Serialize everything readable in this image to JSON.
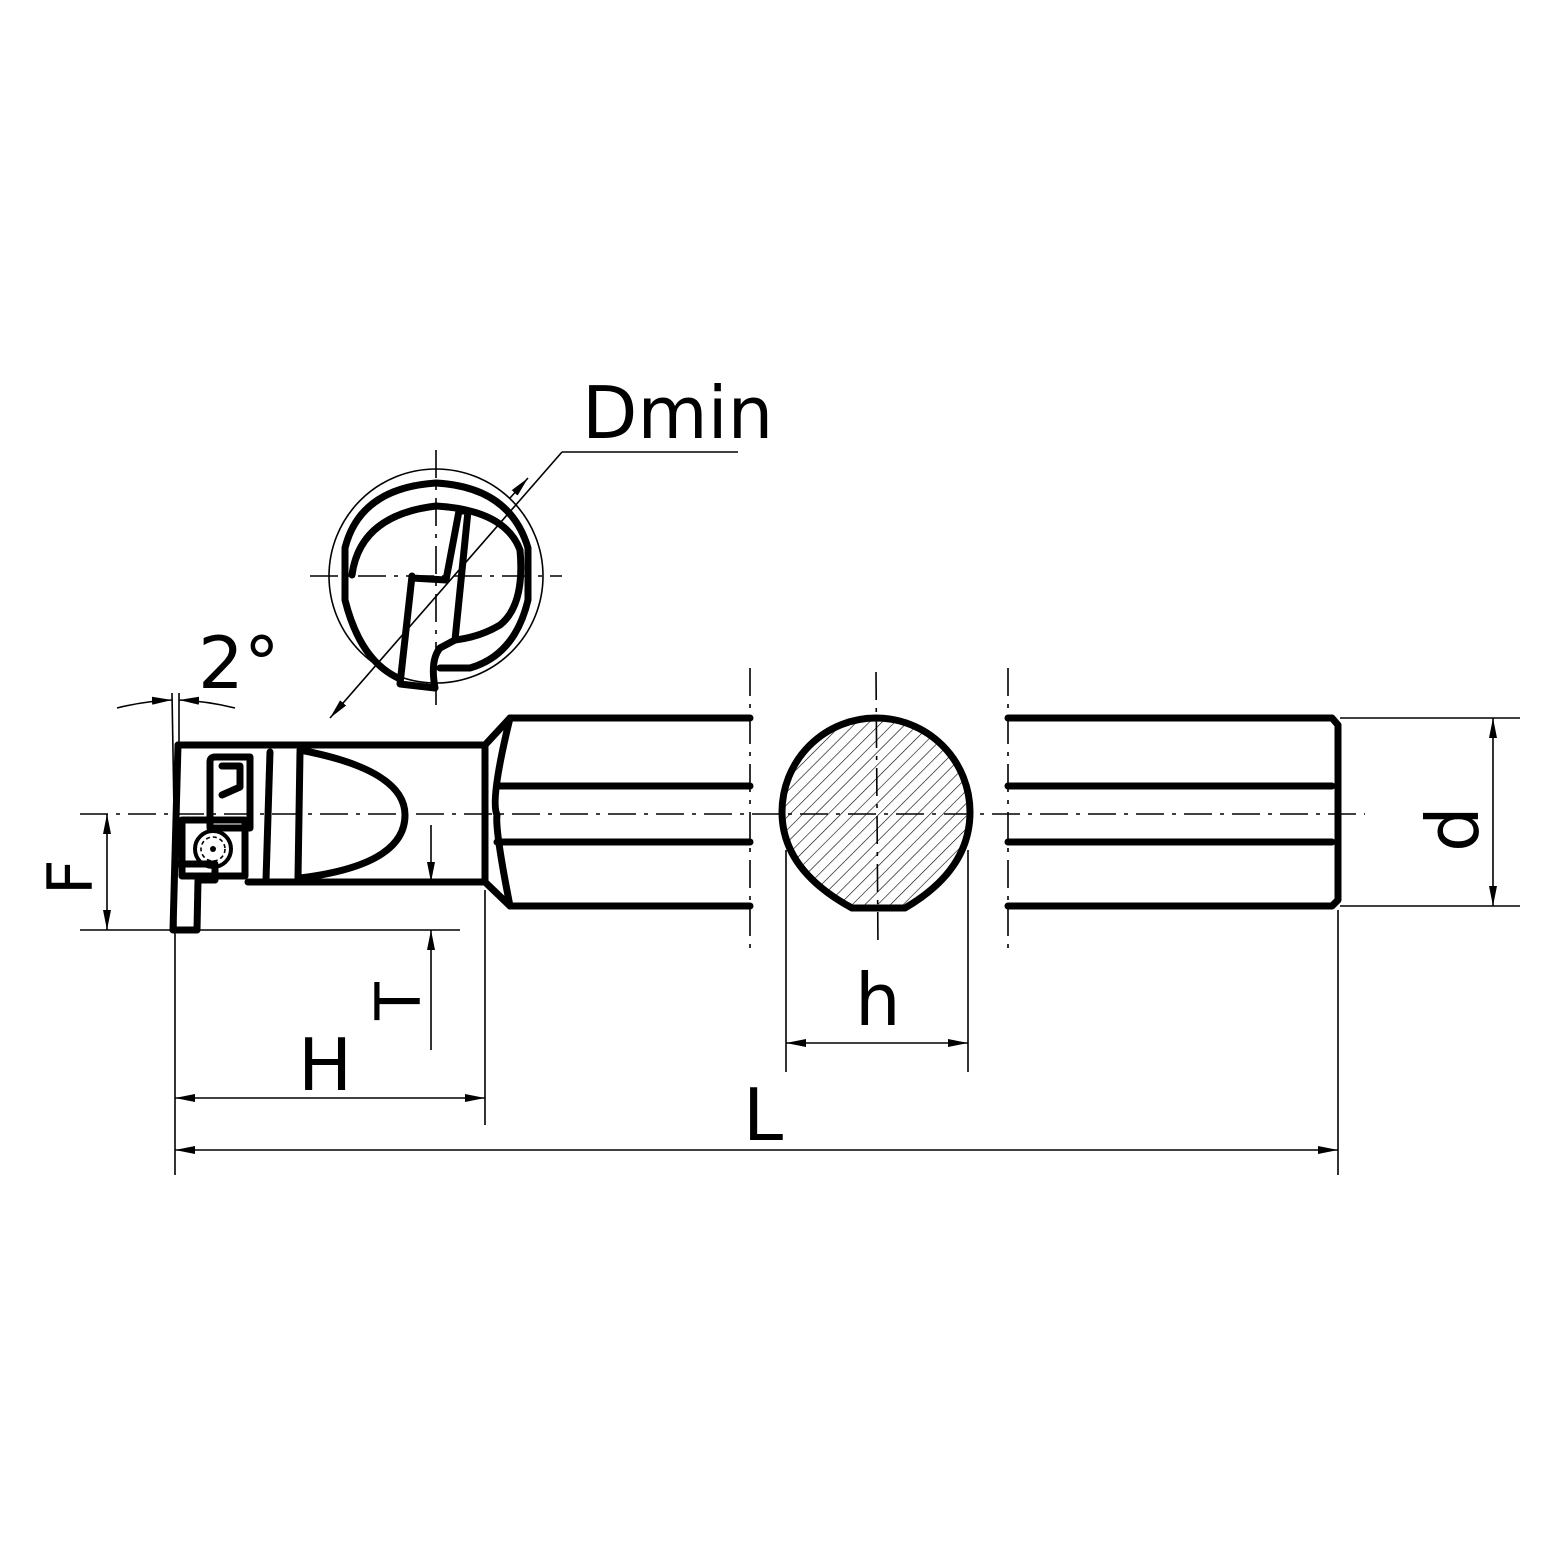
{
  "diagram": {
    "type": "boring bar technical drawing",
    "labels": {
      "dmin": "Dmin",
      "angle": "2°",
      "f": "F",
      "t": "T",
      "h_upper": "H",
      "h_lower": "h",
      "l": "L",
      "d": "d"
    },
    "colors": {
      "line": "#000000",
      "background": "#ffffff"
    }
  }
}
